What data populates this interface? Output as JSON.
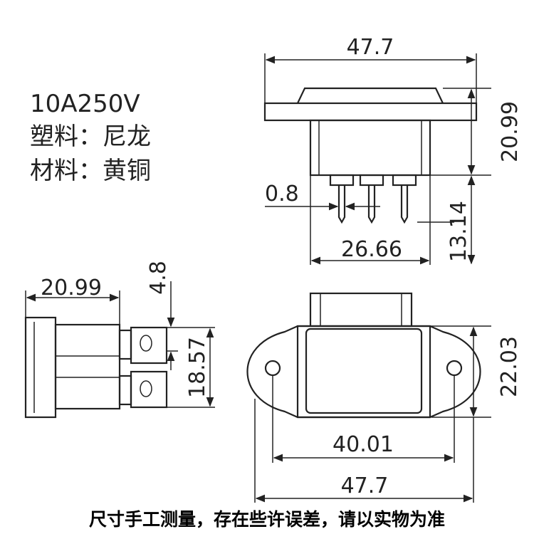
{
  "specs": {
    "rating": "10A250V",
    "plastic": "塑料：尼龙",
    "material": "材料：黄铜"
  },
  "dimensions": {
    "top_width": "47.7",
    "top_height": "20.99",
    "pin_thickness": "0.8",
    "pin_span": "26.66",
    "pin_length": "13.14",
    "side_depth": "20.99",
    "side_offset": "4.8",
    "side_height": "18.57",
    "front_height": "22.03",
    "hole_spacing": "40.01",
    "front_width": "47.7"
  },
  "footer": {
    "note": "尺寸手工测量，存在些许误差，请以实物为准"
  }
}
